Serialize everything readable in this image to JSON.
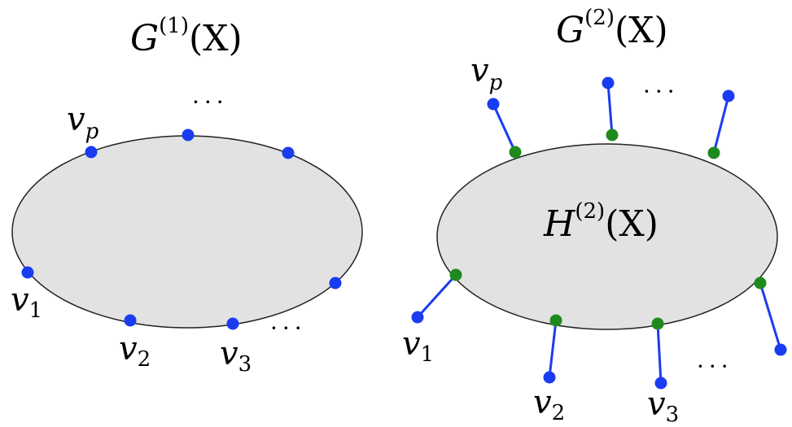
{
  "graph1": {
    "title": {
      "base": "G",
      "sup": "(1)",
      "arg": "(X)"
    },
    "labels": {
      "vp": {
        "base": "v",
        "sub": "p"
      },
      "v1": {
        "base": "v",
        "sub": "1"
      },
      "v2": {
        "base": "v",
        "sub": "2"
      },
      "v3": {
        "base": "v",
        "sub": "3"
      }
    },
    "dots_top": "···",
    "dots_bottom": "···"
  },
  "graph2": {
    "title": {
      "base": "G",
      "sup": "(2)",
      "arg": "(X)"
    },
    "inner": {
      "base": "H",
      "sup": "(2)",
      "arg": "(X)"
    },
    "labels": {
      "vp": {
        "base": "v",
        "sub": "p"
      },
      "v1": {
        "base": "v",
        "sub": "1"
      },
      "v2": {
        "base": "v",
        "sub": "2"
      },
      "v3": {
        "base": "v",
        "sub": "3"
      }
    },
    "dots_top": "···",
    "dots_bottom": "···"
  },
  "colors": {
    "region_fill": "#e2e2e2",
    "region_stroke": "#222222",
    "vertex_blue": "#1a3cf0",
    "vertex_green": "#1e8a1e",
    "edge_blue": "#1a3cf0"
  }
}
